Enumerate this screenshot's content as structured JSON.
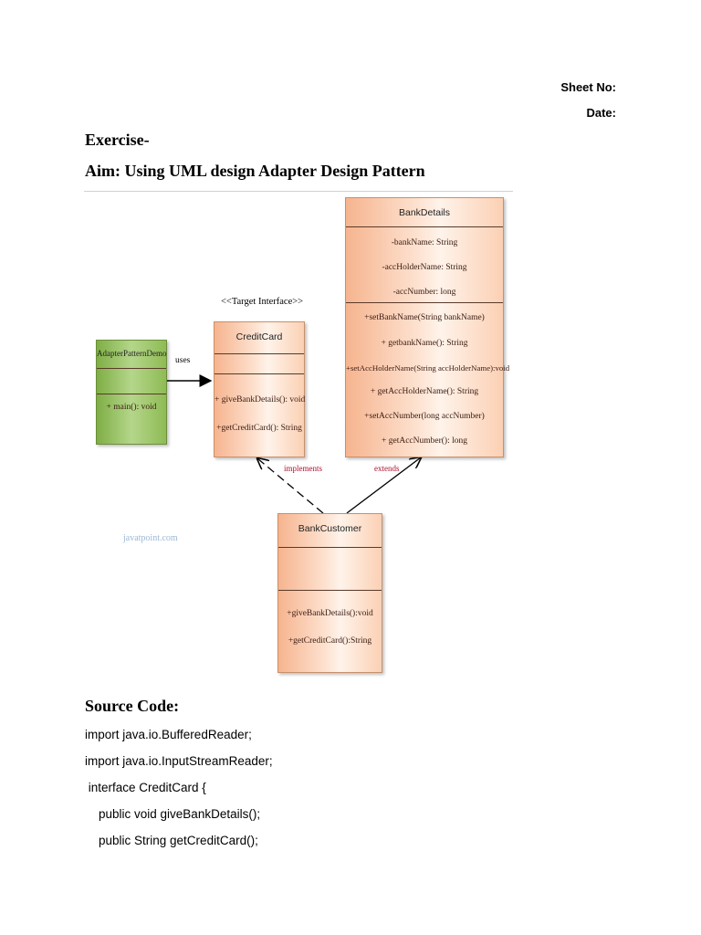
{
  "header": {
    "sheet_no_label": "Sheet No:",
    "date_label": "Date:"
  },
  "exercise_title": "Exercise-",
  "aim": "Aim: Using UML design Adapter Design Pattern",
  "diagram": {
    "target_interface_stereotype": "<<Target Interface>>",
    "adapter_pattern_demo": {
      "title": "AdapterPatternDemo",
      "methods": [
        "+ main(): void"
      ]
    },
    "credit_card": {
      "title": "CreditCard",
      "methods": [
        "+ giveBankDetails(): void",
        "+getCreditCard(): String"
      ]
    },
    "bank_details": {
      "title": "BankDetails",
      "attributes": [
        "-bankName: String",
        "-accHolderName: String",
        "-accNumber: long"
      ],
      "methods": [
        "+setBankName(String bankName)",
        "+ getbankName(): String",
        "+setAccHolderName(String accHolderName):void",
        "+ getAccHolderName(): String",
        "+setAccNumber(long accNumber)",
        "+ getAccNumber(): long"
      ]
    },
    "bank_customer": {
      "title": "BankCustomer",
      "methods": [
        "+giveBankDetails():void",
        "+getCreditCard():String"
      ]
    },
    "labels": {
      "uses": "uses",
      "implements": "implements",
      "extends": "extends",
      "watermark": "javatpoint.com"
    },
    "colors": {
      "box_orange": "#f6b48f",
      "box_green": "#7fae45",
      "relation_label": "#b0102a",
      "watermark": "#9bb8d6"
    }
  },
  "source_code_heading": "Source Code:",
  "code_lines": [
    "import java.io.BufferedReader;",
    "import java.io.InputStreamReader;",
    " interface CreditCard {",
    "    public void giveBankDetails();",
    "    public String getCreditCard();"
  ]
}
